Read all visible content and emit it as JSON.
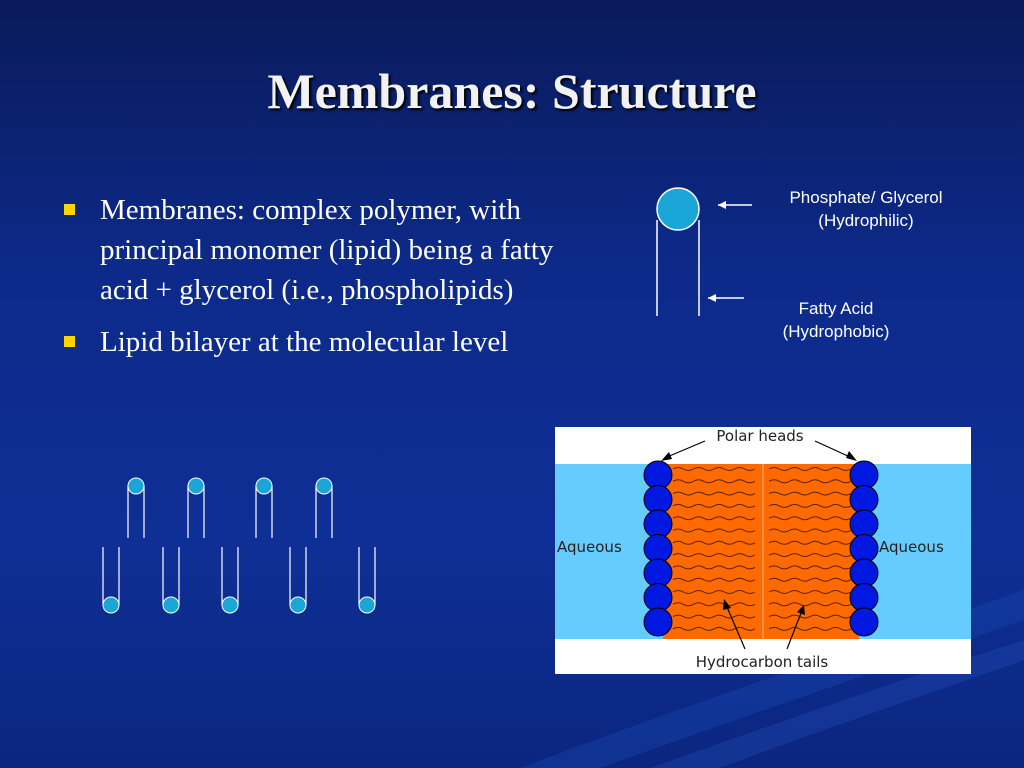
{
  "slide": {
    "title": "Membranes: Structure",
    "bullets": [
      "Membranes: complex polymer, with principal monomer (lipid) being a fatty acid + glycerol (i.e., phospholipids)",
      "Lipid bilayer at the molecular level"
    ]
  },
  "phospholipid_diagram": {
    "head_label_line1": "Phosphate/ Glycerol",
    "head_label_line2": "(Hydrophilic)",
    "tail_label_line1": "Fatty Acid",
    "tail_label_line2": "(Hydrophobic)"
  },
  "bilayer_figure": {
    "polar_heads": "Polar heads",
    "aqueous_left": "Aqueous",
    "aqueous_right": "Aqueous",
    "hydrocarbon_tails": "Hydrocarbon tails"
  },
  "colors": {
    "background": "#0d2a8a",
    "bullet": "#ffd400",
    "head_fill": "#1aa6d6",
    "bilayer_orange": "#ff6a00",
    "bilayer_blue_head": "#0018e0",
    "aqueous": "#66ccff"
  }
}
